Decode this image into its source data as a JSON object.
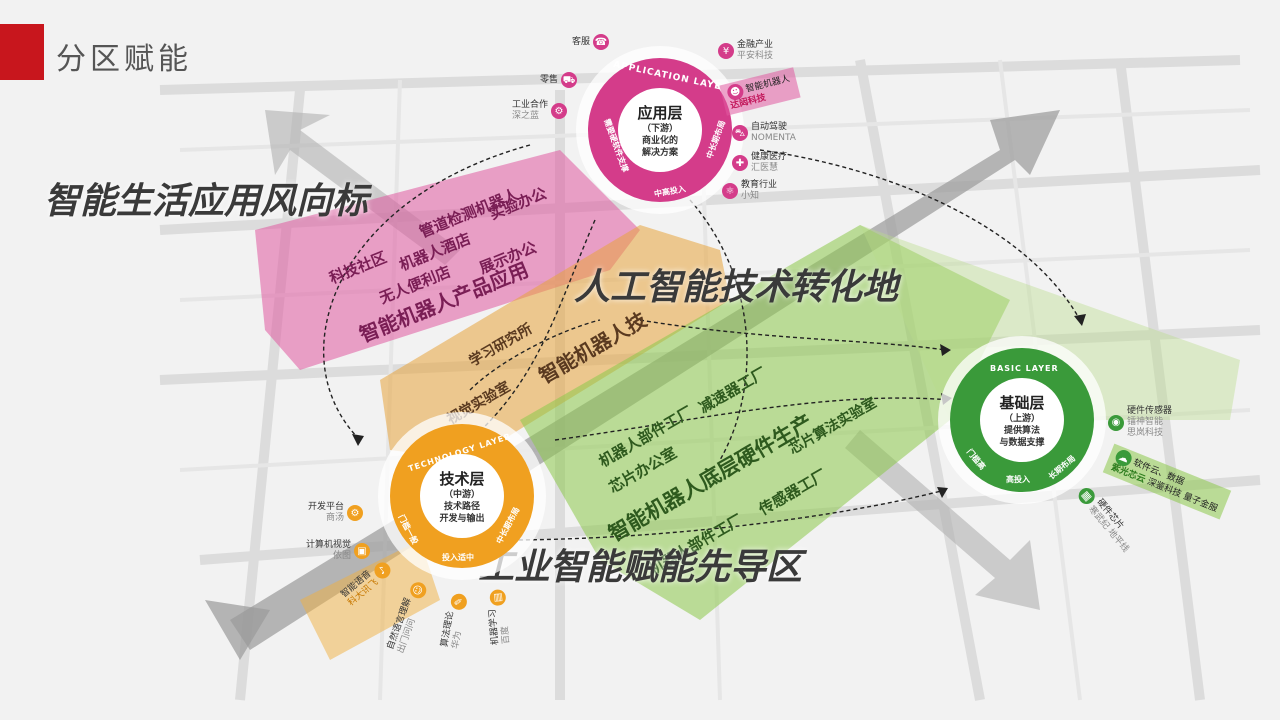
{
  "header": {
    "title": "分区赋能"
  },
  "zones": {
    "top_label": "智能生活应用风向标",
    "center_label": "人工智能技术转化地",
    "bottom_label": "工业智能赋能先导区",
    "pink_lines": [
      "管道检测机器人",
      "实验办公",
      "科技社区",
      "机器人酒店",
      "无人便利店",
      "展示办公",
      "智能机器人产品应用"
    ],
    "orange_lines": [
      "学习研究所",
      "智能机器人技",
      "视觉实验室"
    ],
    "green_lines": [
      "机器人部件工厂",
      "减速器工厂",
      "芯片办公室",
      "智能机器人底层硬件生产",
      "机器人部件工厂",
      "传感器工厂",
      "芯片算法实验室"
    ]
  },
  "application_layer": {
    "arc_label": "APPLICATION LAYER",
    "title": "应用层",
    "sub1": "（下游）",
    "sub2": "商业化的",
    "sub3": "解决方案",
    "ring_text_left": "需要硬软件支撑",
    "ring_text_bottom": "中高投入",
    "ring_text_right": "中长期布局",
    "nodes": [
      {
        "label": "客服",
        "sub": ""
      },
      {
        "label": "零售",
        "sub": ""
      },
      {
        "label": "工业合作",
        "sub": "深之蓝"
      },
      {
        "label": "金融产业",
        "sub": "平安科技"
      },
      {
        "label": "智能机器人",
        "sub": "达闼科技"
      },
      {
        "label": "自动驾驶",
        "sub": "NOMENTA"
      },
      {
        "label": "健康医疗",
        "sub": "汇医慧"
      },
      {
        "label": "教育行业",
        "sub": "小知"
      }
    ]
  },
  "technology_layer": {
    "arc_label": "TECHNOLOGY LAYER",
    "title": "技术层",
    "sub1": "（中游）",
    "sub2": "技术路径",
    "sub3": "开发与输出",
    "ring_text_left": "门槛一般",
    "ring_text_bottom": "投入适中",
    "ring_text_right": "中长期布局",
    "nodes": [
      {
        "label": "开发平台",
        "sub": "商汤"
      },
      {
        "label": "计算机视觉",
        "sub": "依图"
      },
      {
        "label": "智能语音",
        "sub": "科大讯飞"
      },
      {
        "label": "自然语言理解",
        "sub": "出门问问"
      },
      {
        "label": "算法理论",
        "sub": "华为"
      },
      {
        "label": "机器学习",
        "sub": "百度"
      }
    ]
  },
  "basic_layer": {
    "arc_label": "BASIC LAYER",
    "title": "基础层",
    "sub1": "（上游）",
    "sub2": "提供算法",
    "sub3": "与数据支撑",
    "ring_text_left": "门槛高",
    "ring_text_bottom": "高投入",
    "ring_text_right": "长期布局",
    "nodes": [
      {
        "label": "硬件传感器",
        "sub": "镭神智能",
        "sub2": "思岚科技"
      },
      {
        "label": "软件云、数据",
        "sub": "紫光芯云",
        "sub2": "深鉴科技",
        "sub3": "量子金服"
      },
      {
        "label": "硬件芯片",
        "sub": "寒武纪",
        "sub2": "地平线"
      }
    ]
  },
  "colors": {
    "accent_red": "#c8161d",
    "pink": "#d43c8a",
    "orange": "#f0a020",
    "green": "#3a9a3a"
  }
}
